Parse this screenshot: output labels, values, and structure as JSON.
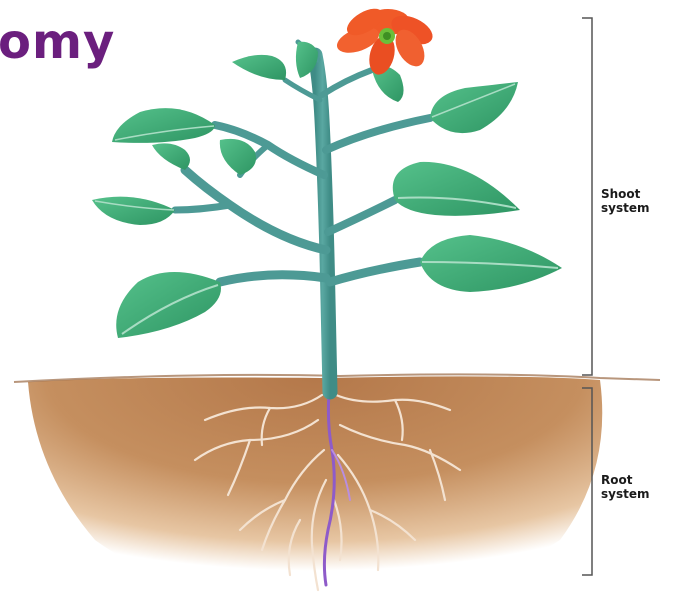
{
  "title": "omy",
  "labels": {
    "shoot": {
      "line1": "Shoot",
      "line2": "system"
    },
    "root": {
      "line1": "Root",
      "line2": "system"
    }
  },
  "colors": {
    "title": "#6b1f7e",
    "stem": "#4d9a95",
    "leaf": "#3fae78",
    "leaf_vein": "#a8dcc3",
    "flower": "#f05a28",
    "flower_center": "#6bbf3a",
    "soil": "#c08a57",
    "roots": "#f2e0cf",
    "taproot": "#8e5bc9",
    "bracket": "#555555"
  }
}
